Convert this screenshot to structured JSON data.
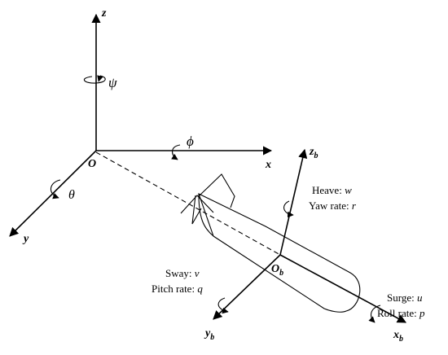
{
  "inertial_frame": {
    "origin": "O",
    "x_axis": "x",
    "y_axis": "y",
    "z_axis": "z",
    "rotation_about_x": "ϕ",
    "rotation_about_y": "θ",
    "rotation_about_z": "ψ"
  },
  "body_frame": {
    "origin_main": "O",
    "origin_sub": "b",
    "x_main": "x",
    "x_sub": "b",
    "y_main": "y",
    "y_sub": "b",
    "z_main": "z",
    "z_sub": "b"
  },
  "motions": {
    "heave_label": "Heave: ",
    "heave_var": "w",
    "yaw_label": "Yaw rate: ",
    "yaw_var": "r",
    "sway_label": "Sway: ",
    "sway_var": "v",
    "pitch_label": "Pitch rate: ",
    "pitch_var": "q",
    "surge_label": "Surge: ",
    "surge_var": "u",
    "roll_label": "Roll rate: ",
    "roll_var": "p"
  }
}
